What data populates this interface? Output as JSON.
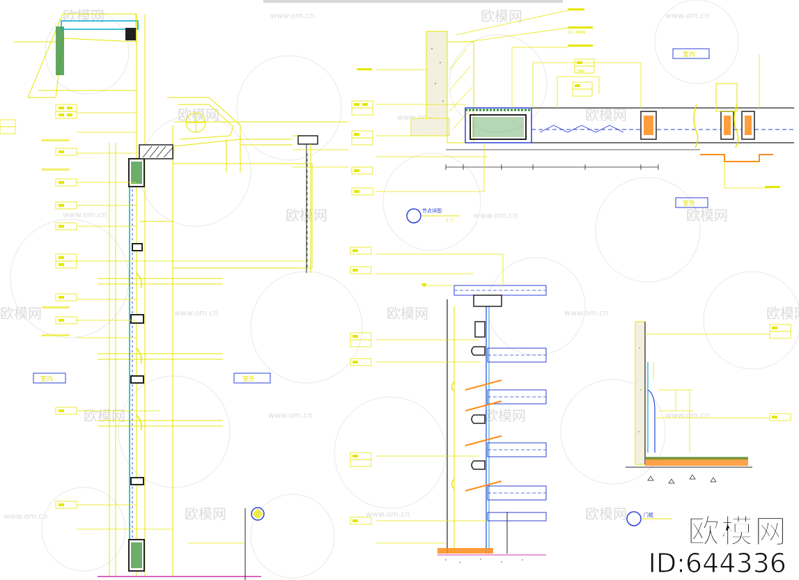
{
  "brand": {
    "name": "欧模网",
    "id": "ID:644336"
  },
  "watermark": {
    "logo": "欧模网",
    "url": "www.om.cn"
  },
  "labels": {
    "inner_left": "室内",
    "inner_right": "室外",
    "section_title_top": "室内",
    "section_title_bottom": "室外",
    "dim_1": "12-20mm",
    "dim_2": "3mm",
    "door_note": "门框",
    "detail_title": "节点详图",
    "scale": "1:5"
  },
  "colors": {
    "line": "#e6e600",
    "structure": "#202020",
    "cyan": "#00aacc",
    "label_box": "#2b3fd6",
    "orange": "#ff8c1a",
    "green": "#2e8b2e",
    "magenta": "#cc33aa"
  }
}
